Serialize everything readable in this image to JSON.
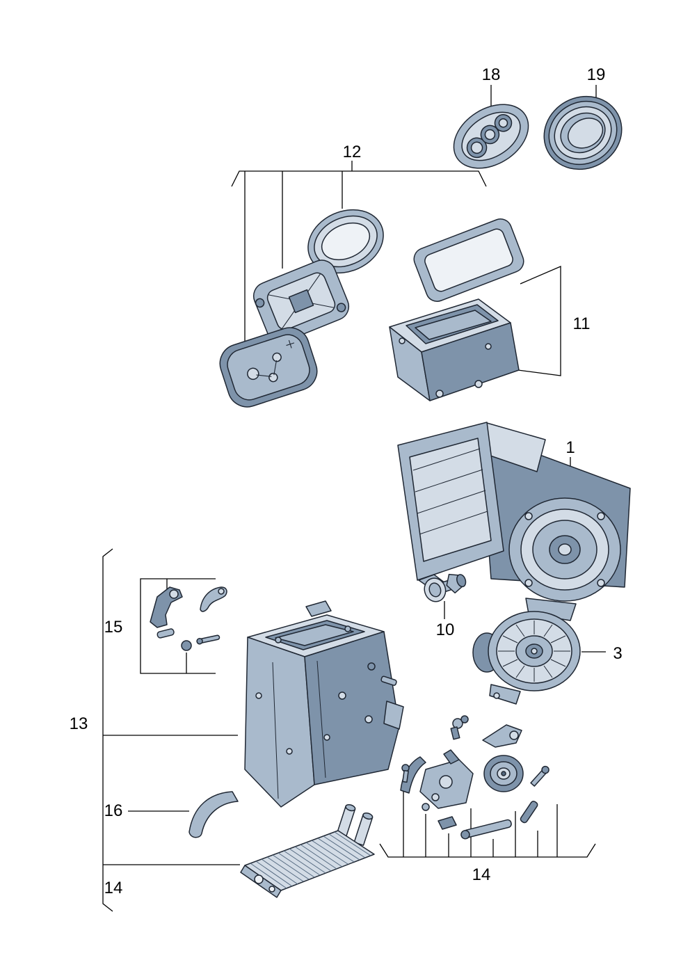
{
  "colors": {
    "outline": "#1f2733",
    "fill_light": "#d3dce6",
    "fill_mid": "#a9bacc",
    "fill_dark": "#7e93aa",
    "fill_deep": "#53687f",
    "fill_white": "#eef2f6",
    "label_color": "#000000",
    "page_bg": "#ffffff"
  },
  "callouts": [
    {
      "ref": "18"
    },
    {
      "ref": "19"
    },
    {
      "ref": "12"
    },
    {
      "ref": "11"
    },
    {
      "ref": "1"
    },
    {
      "ref": "10"
    },
    {
      "ref": "3"
    },
    {
      "ref": "15"
    },
    {
      "ref": "13"
    },
    {
      "ref": "16"
    },
    {
      "ref": "14"
    },
    {
      "ref": "14"
    }
  ]
}
